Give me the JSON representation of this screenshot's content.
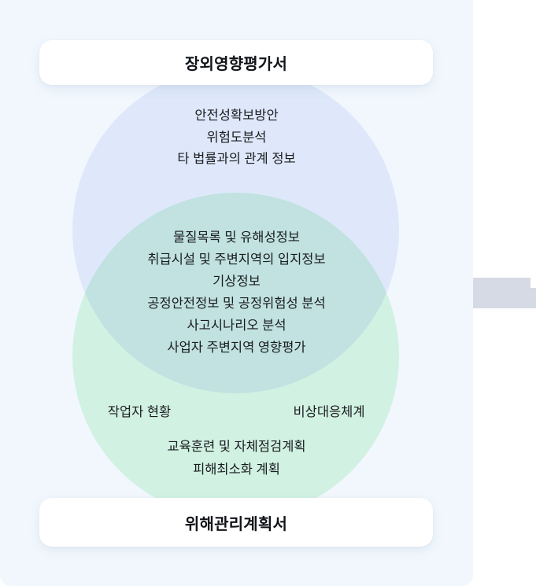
{
  "page": {
    "background_color": "#ffffff",
    "panel_color": "#f1f7fd"
  },
  "top_box": {
    "label": "장외영향평가서"
  },
  "bottom_box": {
    "label": "위해관리계획서"
  },
  "diagram": {
    "type": "venn-2-circles",
    "top_circle": {
      "fill_color": "#dee8fa",
      "items": [
        "안전성확보방안",
        "위험도분석",
        "타 법률과의 관계 정보"
      ]
    },
    "overlap": {
      "fill_color": "#c1e3e0",
      "items": [
        "물질목록 및 유해성정보",
        "취급시설 및 주변지역의 입지정보",
        "기상정보",
        "공정안전정보 및 공정위험성 분석",
        "사고시나리오 분석",
        "사업자 주변지역 영향평가"
      ]
    },
    "bottom_circle": {
      "fill_color": "#d2f1e3",
      "left_item": "작업자 현황",
      "right_item": "비상대응체계",
      "center_items": [
        "교육훈련 및 자체점검계획",
        "피해최소화 계획"
      ]
    }
  },
  "right_edge_fragment": {
    "color": "#d6dae5"
  }
}
